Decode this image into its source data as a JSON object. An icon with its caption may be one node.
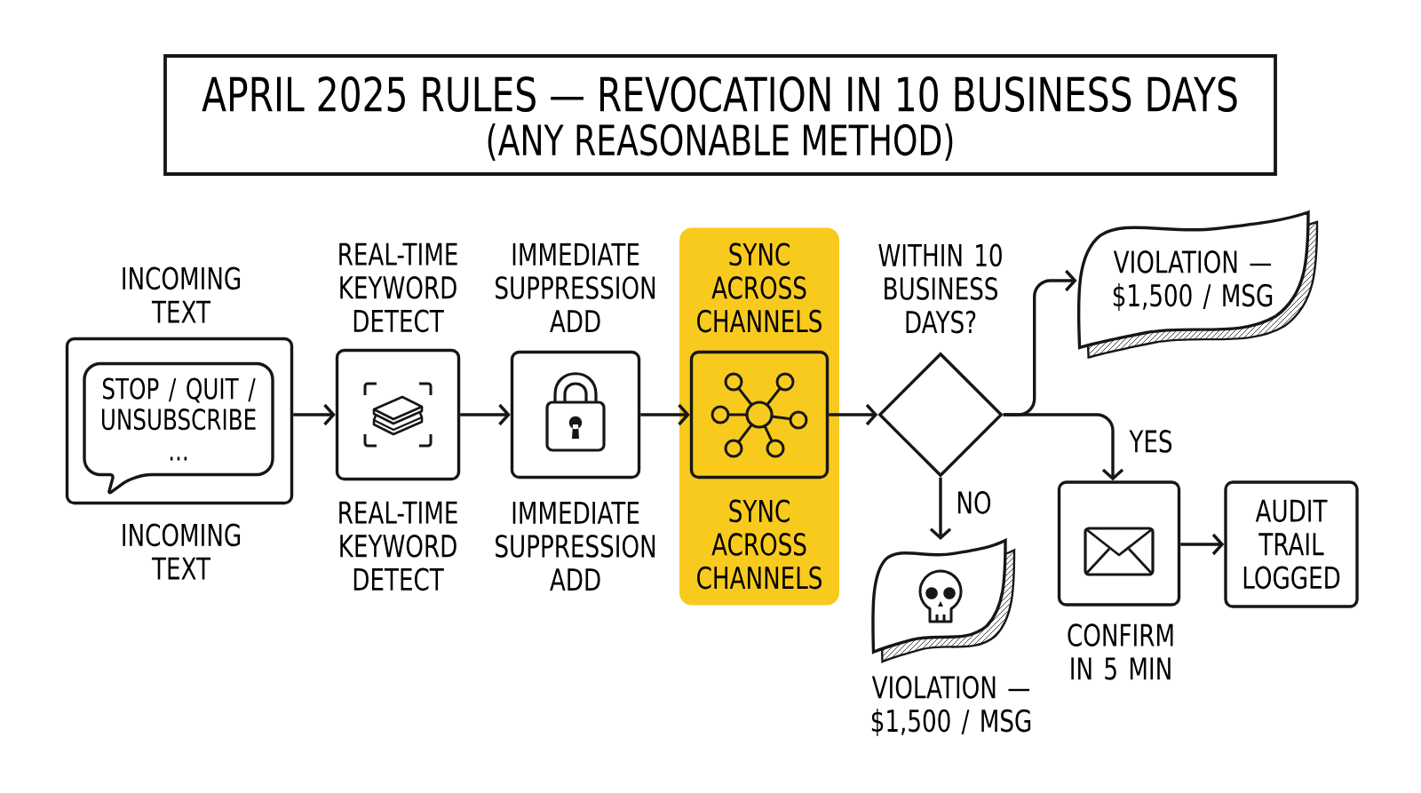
{
  "diagram": {
    "title": "APRIL 2025 RULES — REVOCATION IN 10 BUSINESS DAYS",
    "nodes": [
      {
        "text": [
          "INCOMING TEXT"
        ],
        "beside": [
          "INCOMING TEXT"
        ]
      },
      {
        "text": [
          "STOP / QUIT / UNSUBSCRIBE ..."
        ],
        "in": 0
      },
      {
        "text": [
          "REAL-TIME KEYWORD DETECT"
        ],
        "beside": [
          "REAL-TIME KEYWORD DETECT"
        ]
      },
      {
        "text": [
          "IMMEDIATE SUPPRESSION ADD"
        ],
        "beside": [
          "IMMEDIATE SUPPRESSION ADD"
        ]
      },
      {
        "text": [
          "SYNC ACROSS CHANNELS",
          "SYNC ACROSS CHANNELS"
        ]
      },
      {
        "text": [],
        "shape": "box",
        "in": 4
      },
      {
        "text": [
          "WITHIN 10 BUSINESS DAYS?"
        ]
      },
      {
        "text": [
          "VIOLATION — $1,500 / MSG"
        ]
      },
      {
        "text": [
          "VIOLATION — $1,500 / MSG"
        ]
      },
      {
        "text": [
          "CONFIRM IN 5 MIN"
        ]
      },
      {
        "text": [
          "AUDIT TRAIL LOGGED"
        ]
      }
    ],
    "edges": [
      {
        "from": 0,
        "to": 2,
        "arrow": "to"
      },
      {
        "from": 2,
        "to": 3,
        "arrow": "to"
      },
      {
        "from": 3,
        "to": 5,
        "arrow": "to"
      },
      {
        "from": 5,
        "to": 6,
        "arrow": "to"
      },
      {
        "from": 6,
        "to": 7,
        "arrow": "to"
      },
      {
        "from": 6,
        "to": 9,
        "arrow": "to",
        "label": "YES"
      },
      {
        "from": 6,
        "to": 8,
        "arrow": "to",
        "label": "NO"
      },
      {
        "from": 9,
        "to": 10,
        "arrow": "to"
      }
    ],
    "labels": [
      "(ANY REASONABLE METHOD)"
    ]
  }
}
